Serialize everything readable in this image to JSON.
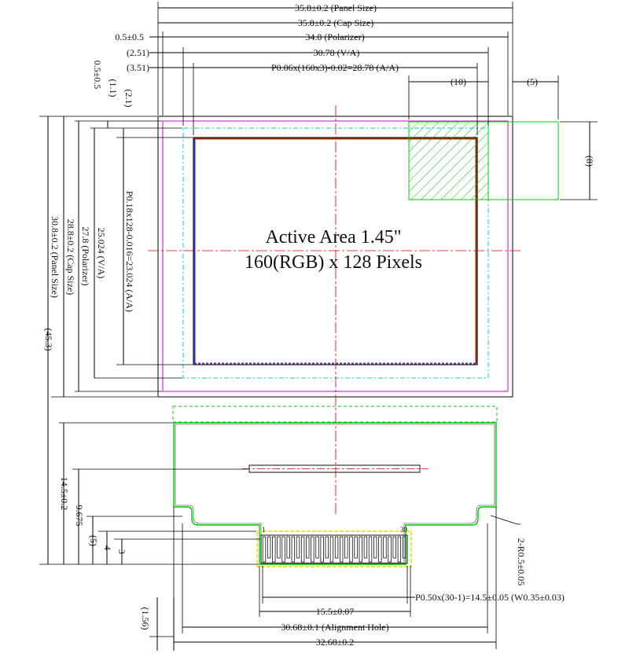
{
  "colors": {
    "line": "#000000",
    "polarizer": "#cc33cc",
    "viewing_area": "#00cccc",
    "centerline": "#cc0000",
    "fpc": "#00cc00",
    "area_blue": "#3333cc",
    "area_red": "#993300",
    "stiffener": "#dddd00"
  },
  "title": {
    "line1": "Active Area 1.45\"",
    "line2": "160(RGB) x 128 Pixels"
  },
  "top_dims": {
    "panel_size": "35.8±0.2 (Panel Size)",
    "cap_size": "35.8±0.2 (Cap Size)",
    "polarizer_offset": "0.5±0.5",
    "polarizer": "34.8 (Polarizer)",
    "va_offset": "(2.51)",
    "va": "30.78 (V/A)",
    "aa_offset": "(3.51)",
    "aa": "P0.06x(160x3)-0.02=28.78 (A/A)",
    "detail_width": "(10)",
    "detail_margin": "(5)"
  },
  "left_dims": {
    "polarizer_offset": "0.5±0.5",
    "va_offset": "(1.1)",
    "aa_offset": "(2.1)",
    "aa": "P0.18x128-0.016=23.024 (A/A)",
    "va": "25.024 (V/A)",
    "polarizer": "27.8 (Polarizer)",
    "cap_size": "28.8±0.2 (Cap Size)",
    "panel_size": "30.8±0.2 (Panel Size)",
    "overall": "(45.3)",
    "tail": "14.5±0.2",
    "slit": "9.675",
    "pad_area": "(5)",
    "pad": "4",
    "pad_small": "3",
    "bottom_offset": "(1.56)"
  },
  "right_dims": {
    "detail_height": "(8)",
    "corner_radius": "2-R0.5±0.05"
  },
  "bottom_dims": {
    "pitch": "P0.50x(30-1)=14.5±0.05 (W0.35±0.03)",
    "pad_width": "15.5±0.07",
    "alignment_hole": "30.68±0.1 (Alignment Hole)",
    "fpc_width": "32.68±0.2"
  },
  "pins": {
    "first": "1",
    "last": "30",
    "count": 30
  }
}
